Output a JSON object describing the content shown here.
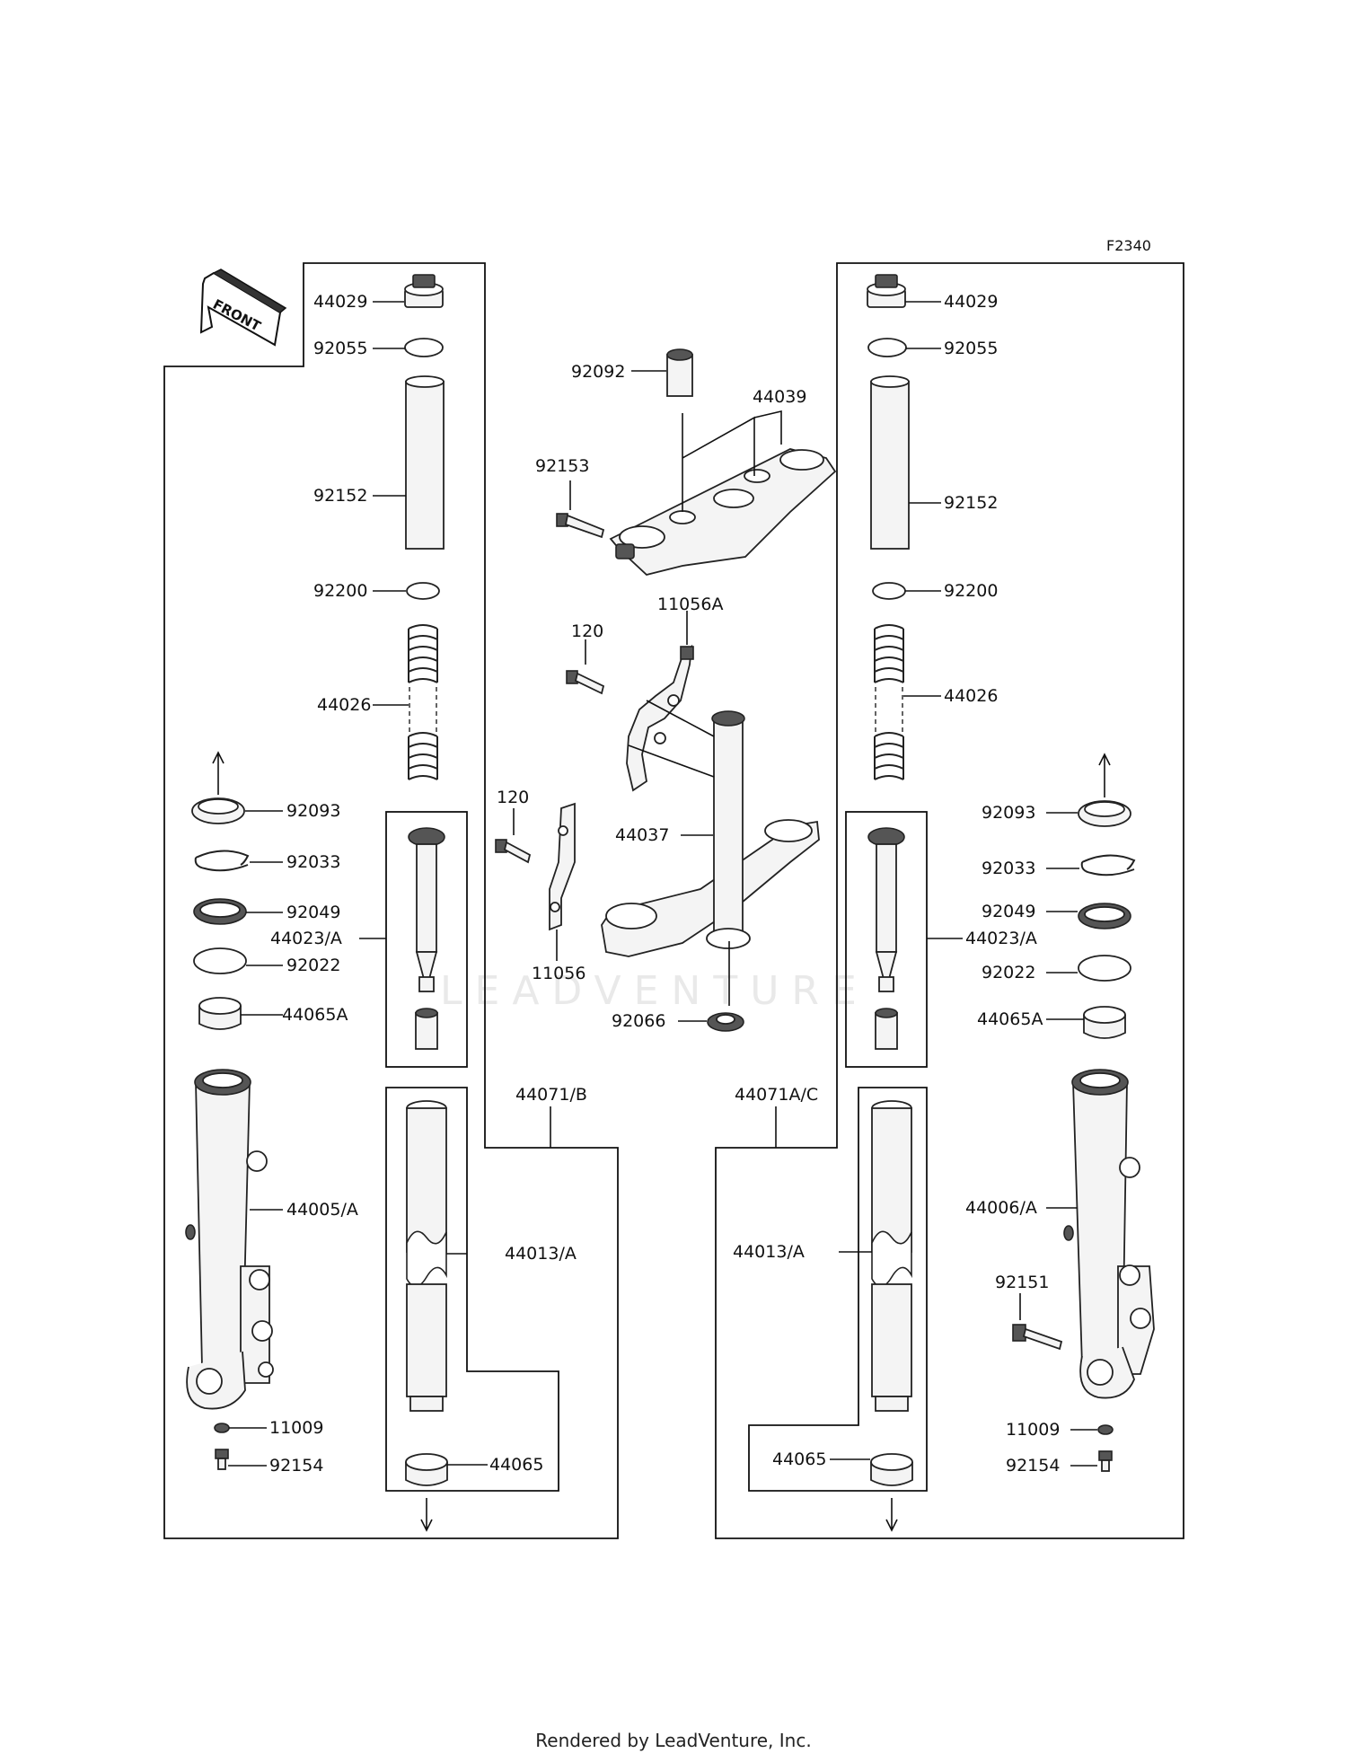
{
  "diagram": {
    "code": "F2340",
    "front_label": "FRONT",
    "watermark": "LEADVENTURE",
    "footer": "Rendered by LeadVenture, Inc."
  },
  "left_fork": {
    "labels": [
      "44029",
      "92055",
      "92152",
      "92200",
      "44026",
      "92093",
      "92033",
      "92049",
      "44023/A",
      "92022",
      "44065A",
      "44005/A",
      "44013/A",
      "44065",
      "11009",
      "92154",
      "44071/B"
    ]
  },
  "center": {
    "labels": [
      "92092",
      "44039",
      "92153",
      "11056A",
      "120",
      "120",
      "44037",
      "11056",
      "92066"
    ]
  },
  "right_fork": {
    "labels": [
      "44029",
      "92055",
      "92152",
      "92200",
      "44026",
      "92093",
      "92033",
      "92049",
      "44023/A",
      "92022",
      "44065A",
      "44006/A",
      "92151",
      "44013/A",
      "44065",
      "11009",
      "92154",
      "44071A/C"
    ]
  },
  "icons": [
    "front-arrow-icon"
  ]
}
